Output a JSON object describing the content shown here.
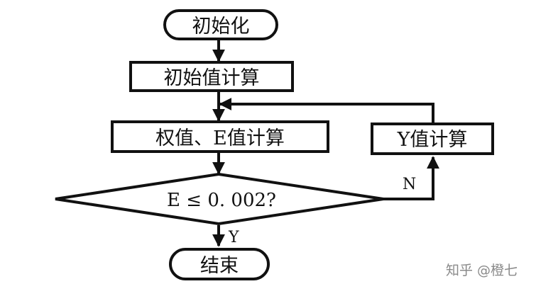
{
  "nodes": {
    "start": "初始化",
    "init_calc": "初始值计算",
    "weight_calc": "权值、E值计算",
    "condition": "E ≤ 0. 002?",
    "y_calc": "Y值计算",
    "end": "结束"
  },
  "branches": {
    "yes": "Y",
    "no": "N"
  },
  "watermark": "知乎 @橙七"
}
